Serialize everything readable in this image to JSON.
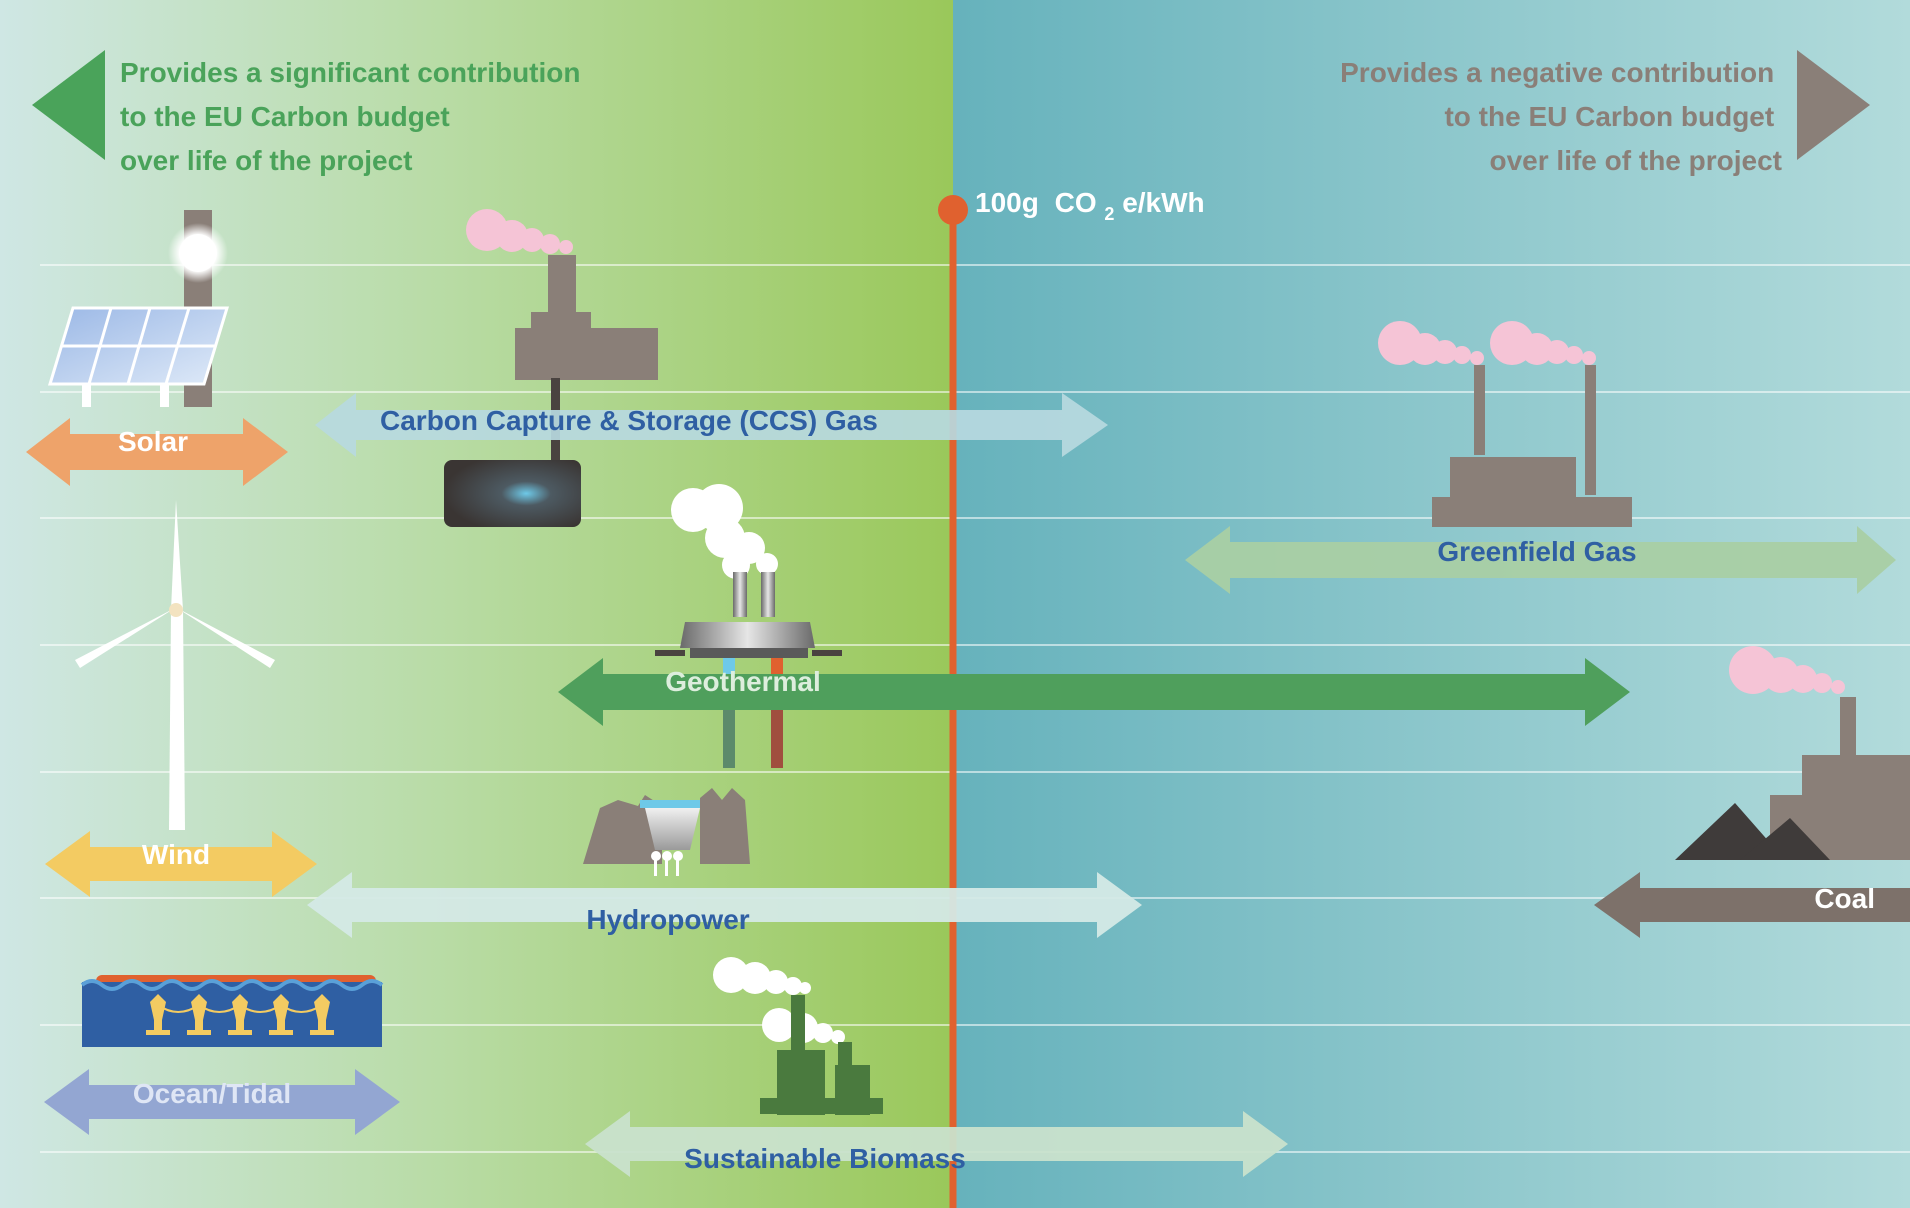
{
  "header": {
    "left_lines": [
      "Provides a significant contribution",
      "to the EU Carbon budget",
      "over life of the project"
    ],
    "right_lines": [
      "Provides a negative contribution",
      "to the EU Carbon budget",
      "over life of the project"
    ]
  },
  "threshold": {
    "value": "100g",
    "co": "CO",
    "sub": "2",
    "unit": "e/kWh"
  },
  "technologies": {
    "solar": "Solar",
    "ccs": "Carbon Capture & Storage (CCS) Gas",
    "greenfield": "Greenfield Gas",
    "geothermal": "Geothermal",
    "wind": "Wind",
    "coal": "Coal",
    "hydro": "Hydropower",
    "tidal": "Ocean/Tidal",
    "biomass": "Sustainable Biomass"
  },
  "colors": {
    "green_text": "#4aa35a",
    "grey_text": "#8a7f78",
    "threshold_line": "#e0612f",
    "label_blue": "#2f5fa3",
    "solar": "#eea36a",
    "wind": "#f3cb62",
    "tidal": "#93a6d2",
    "ccs": "#b7d9e0",
    "greenfield": "#a9cfa4",
    "geothermal": "#4f9f5c",
    "hydro": "#d4e9e6",
    "biomass": "#c9e1cc",
    "coal": "#7d716a"
  },
  "icons": [
    "solar-panel-icon",
    "wind-turbine-icon",
    "tidal-generator-icon",
    "ccs-plant-icon",
    "geothermal-plant-icon",
    "hydro-dam-icon",
    "biomass-plant-icon",
    "gas-plant-icon",
    "coal-plant-icon"
  ]
}
